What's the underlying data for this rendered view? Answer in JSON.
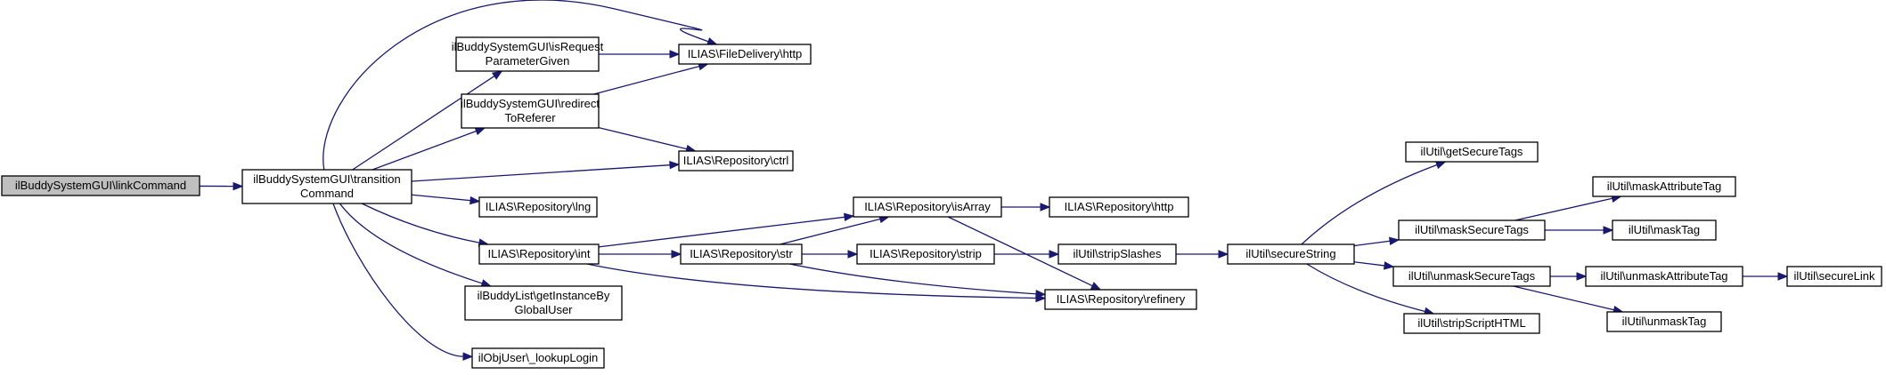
{
  "diagram": {
    "nodes": [
      {
        "id": "linkCommand",
        "lines": [
          "ilBuddySystemGUI\\linkCommand"
        ],
        "highlight": true
      },
      {
        "id": "transitionCommand",
        "lines": [
          "ilBuddySystemGUI\\transition",
          "Command"
        ]
      },
      {
        "id": "isRequestParameterGiven",
        "lines": [
          "ilBuddySystemGUI\\isRequest",
          "ParameterGiven"
        ]
      },
      {
        "id": "fileDeliveryHttp",
        "lines": [
          "ILIAS\\FileDelivery\\http"
        ]
      },
      {
        "id": "redirectToReferer",
        "lines": [
          "ilBuddySystemGUI\\redirect",
          "ToReferer"
        ]
      },
      {
        "id": "repoCtrl",
        "lines": [
          "ILIAS\\Repository\\ctrl"
        ]
      },
      {
        "id": "repoLng",
        "lines": [
          "ILIAS\\Repository\\lng"
        ]
      },
      {
        "id": "repoInt",
        "lines": [
          "ILIAS\\Repository\\int"
        ]
      },
      {
        "id": "getInstanceByGlobalUser",
        "lines": [
          "ilBuddyList\\getInstanceBy",
          "GlobalUser"
        ]
      },
      {
        "id": "lookupLogin",
        "lines": [
          "ilObjUser\\_lookupLogin"
        ]
      },
      {
        "id": "repoIsArray",
        "lines": [
          "ILIAS\\Repository\\isArray"
        ]
      },
      {
        "id": "repoStr",
        "lines": [
          "ILIAS\\Repository\\str"
        ]
      },
      {
        "id": "repoHttp",
        "lines": [
          "ILIAS\\Repository\\http"
        ]
      },
      {
        "id": "repoStrip",
        "lines": [
          "ILIAS\\Repository\\strip"
        ]
      },
      {
        "id": "repoRefinery",
        "lines": [
          "ILIAS\\Repository\\refinery"
        ]
      },
      {
        "id": "stripSlashes",
        "lines": [
          "ilUtil\\stripSlashes"
        ]
      },
      {
        "id": "secureString",
        "lines": [
          "ilUtil\\secureString"
        ]
      },
      {
        "id": "getSecureTags",
        "lines": [
          "ilUtil\\getSecureTags"
        ]
      },
      {
        "id": "maskSecureTags",
        "lines": [
          "ilUtil\\maskSecureTags"
        ]
      },
      {
        "id": "unmaskSecureTags",
        "lines": [
          "ilUtil\\unmaskSecureTags"
        ]
      },
      {
        "id": "stripScriptHTML",
        "lines": [
          "ilUtil\\stripScriptHTML"
        ]
      },
      {
        "id": "maskAttributeTag",
        "lines": [
          "ilUtil\\maskAttributeTag"
        ]
      },
      {
        "id": "maskTag",
        "lines": [
          "ilUtil\\maskTag"
        ]
      },
      {
        "id": "unmaskAttributeTag",
        "lines": [
          "ilUtil\\unmaskAttributeTag"
        ]
      },
      {
        "id": "unmaskTag",
        "lines": [
          "ilUtil\\unmaskTag"
        ]
      },
      {
        "id": "secureLink",
        "lines": [
          "ilUtil\\secureLink"
        ]
      }
    ],
    "edges": [
      {
        "from": "linkCommand",
        "to": "transitionCommand"
      },
      {
        "from": "transitionCommand",
        "to": "fileDeliveryHttp"
      },
      {
        "from": "transitionCommand",
        "to": "isRequestParameterGiven"
      },
      {
        "from": "transitionCommand",
        "to": "redirectToReferer"
      },
      {
        "from": "transitionCommand",
        "to": "repoCtrl"
      },
      {
        "from": "transitionCommand",
        "to": "repoLng"
      },
      {
        "from": "transitionCommand",
        "to": "repoInt"
      },
      {
        "from": "transitionCommand",
        "to": "getInstanceByGlobalUser"
      },
      {
        "from": "transitionCommand",
        "to": "lookupLogin"
      },
      {
        "from": "isRequestParameterGiven",
        "to": "fileDeliveryHttp"
      },
      {
        "from": "redirectToReferer",
        "to": "fileDeliveryHttp"
      },
      {
        "from": "redirectToReferer",
        "to": "repoCtrl"
      },
      {
        "from": "repoInt",
        "to": "repoIsArray"
      },
      {
        "from": "repoInt",
        "to": "repoStr"
      },
      {
        "from": "repoInt",
        "to": "repoRefinery"
      },
      {
        "from": "repoStr",
        "to": "repoIsArray"
      },
      {
        "from": "repoStr",
        "to": "repoStrip"
      },
      {
        "from": "repoStr",
        "to": "repoRefinery"
      },
      {
        "from": "repoIsArray",
        "to": "repoHttp"
      },
      {
        "from": "repoIsArray",
        "to": "repoRefinery"
      },
      {
        "from": "repoStrip",
        "to": "stripSlashes"
      },
      {
        "from": "stripSlashes",
        "to": "secureString"
      },
      {
        "from": "secureString",
        "to": "getSecureTags"
      },
      {
        "from": "secureString",
        "to": "maskSecureTags"
      },
      {
        "from": "secureString",
        "to": "unmaskSecureTags"
      },
      {
        "from": "secureString",
        "to": "stripScriptHTML"
      },
      {
        "from": "maskSecureTags",
        "to": "maskAttributeTag"
      },
      {
        "from": "maskSecureTags",
        "to": "maskTag"
      },
      {
        "from": "unmaskSecureTags",
        "to": "unmaskAttributeTag"
      },
      {
        "from": "unmaskSecureTags",
        "to": "unmaskTag"
      },
      {
        "from": "unmaskAttributeTag",
        "to": "secureLink"
      }
    ],
    "colors": {
      "edge": "#191970",
      "node_border": "#000000",
      "node_fill": "#ffffff",
      "highlight_fill": "#bfbfbf",
      "text": "#000000"
    }
  }
}
